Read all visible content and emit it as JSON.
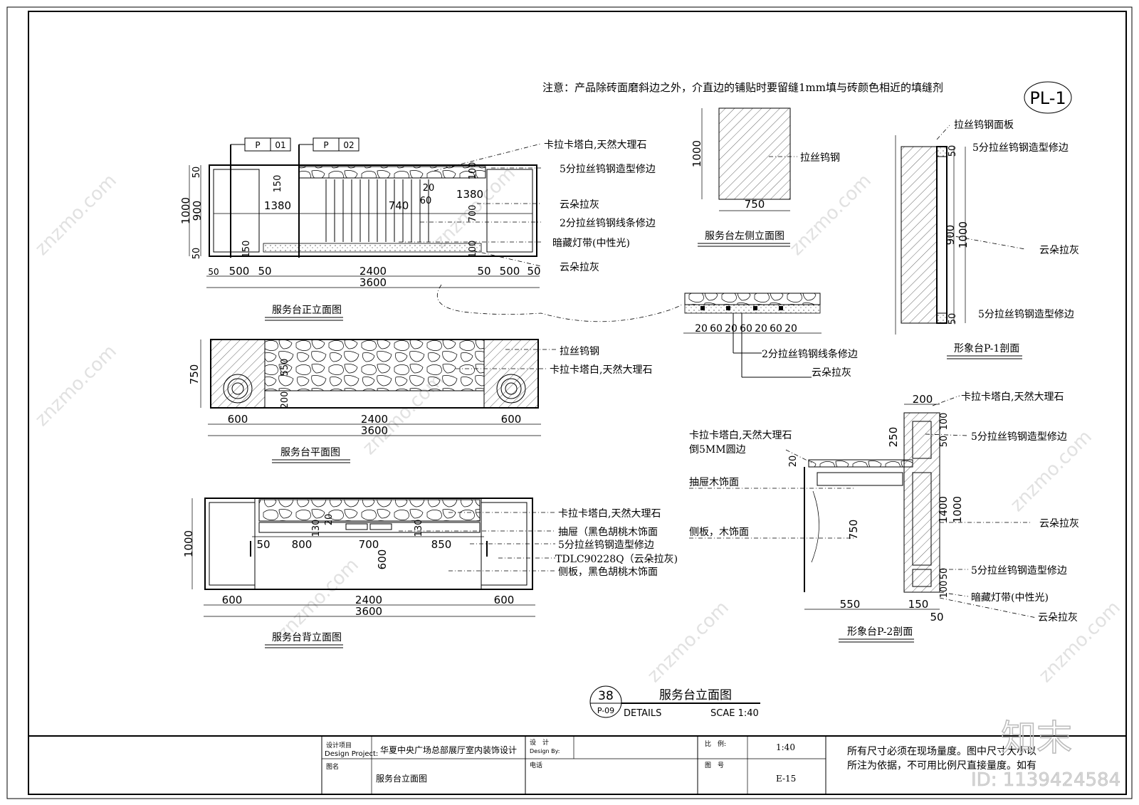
{
  "note": "注意：产品除砖面磨斜边之外，介直边的铺贴时要留缝1mm填与砖颜色相近的填缝剂",
  "sheet_code": "PL-1",
  "markers": {
    "p01": [
      "P",
      "01"
    ],
    "p02": [
      "P",
      "02"
    ]
  },
  "front_elevation": {
    "title": "服务台正立面图",
    "callouts": [
      "卡拉卡塔白,天然大理石",
      "5分拉丝钨钢造型修边",
      "云朵拉灰",
      "2分拉丝钨钢线条修边",
      "暗藏灯带(中性光)",
      "云朵拉灰"
    ],
    "dims_bottom": [
      "50",
      "500",
      "50",
      "2400",
      "50",
      "500",
      "50"
    ],
    "dim_total": "3600",
    "dims_left": [
      "50",
      "900",
      "1000",
      "50"
    ],
    "dims_inner": [
      "150",
      "1380",
      "740",
      "1380",
      "20",
      "60",
      "700",
      "100",
      "100",
      "150"
    ]
  },
  "plan": {
    "title": "服务台平面图",
    "callouts": [
      "拉丝钨钢",
      "卡拉卡塔白,天然大理石"
    ],
    "dims_bottom": [
      "600",
      "2400",
      "600"
    ],
    "dim_total": "3600",
    "dims_left": [
      "750"
    ],
    "dims_inner": [
      "550",
      "200"
    ]
  },
  "back_elevation": {
    "title": "服务台背立面图",
    "callouts": [
      "卡拉卡塔白,天然大理石",
      "抽屉（黑色胡桃木饰面",
      "5分拉丝钨钢造型修边",
      "TDLC90228Q（云朵拉灰)",
      "侧板，黑色胡桃木饰面"
    ],
    "dims_bottom": [
      "600",
      "2400",
      "600"
    ],
    "dim_total": "3600",
    "dims_left": [
      "1000"
    ],
    "dims_inner": [
      "50",
      "800",
      "700",
      "850",
      "130",
      "20",
      "130",
      "600"
    ]
  },
  "left_side": {
    "title": "服务台左侧立面图",
    "callout": "拉丝钨钢",
    "dim_h": "1000",
    "dim_w": "750"
  },
  "detail_strip": {
    "dims": [
      "20",
      "60",
      "20",
      "60",
      "20",
      "60",
      "20"
    ],
    "callouts": [
      "2分拉丝钨钢线条修边",
      "云朵拉灰"
    ]
  },
  "section_p1": {
    "title": "形象台P-1剖面",
    "callouts": [
      "拉丝钨钢面板",
      "5分拉丝钨钢造型修边",
      "云朵拉灰",
      "5分拉丝钨钢造型修边"
    ],
    "dims": [
      "50",
      "900",
      "1000",
      "50"
    ]
  },
  "section_p2": {
    "title": "形象台P-2剖面",
    "callouts_left": [
      "卡拉卡塔白,天然大理石",
      "倒5MM圆边",
      "抽屉木饰面",
      "侧板，木饰面"
    ],
    "callouts_right": [
      "卡拉卡塔白,天然大理石",
      "5分拉丝钨钢造型修边",
      "云朵拉灰",
      "5分拉丝钨钢造型修边",
      "暗藏灯带(中性光)",
      "云朵拉灰"
    ],
    "dims": [
      "200",
      "250",
      "20",
      "100",
      "50",
      "1400",
      "1000",
      "750",
      "50",
      "100",
      "550",
      "150",
      "50"
    ]
  },
  "detail_label": {
    "number": "38",
    "sheet": "P-09",
    "title": "服务台立面图",
    "sub": "DETAILS",
    "scale": "SCAE 1:40"
  },
  "title_block": {
    "project_label_cn": "设计项目",
    "project_label_en": "Design Project:",
    "project": "华夏中央广场总部展厅室内装饰设计",
    "drawing_label": "图名",
    "drawing": "服务台立面图",
    "design_label_cn": "设　计",
    "design_label_en": "Design By:",
    "phone_label": "电话",
    "scale_label": "比　例:",
    "scale": "1:40",
    "num_label": "图　号",
    "num": "E-15",
    "remark1": "所有尺寸必须在现场量度。图中尺寸大小以",
    "remark2": "所注为依据，不可用比例尺直接量度。如有"
  },
  "watermark": {
    "logo": "知末",
    "id": "ID: 1139424584",
    "site": "znzmo.com"
  }
}
